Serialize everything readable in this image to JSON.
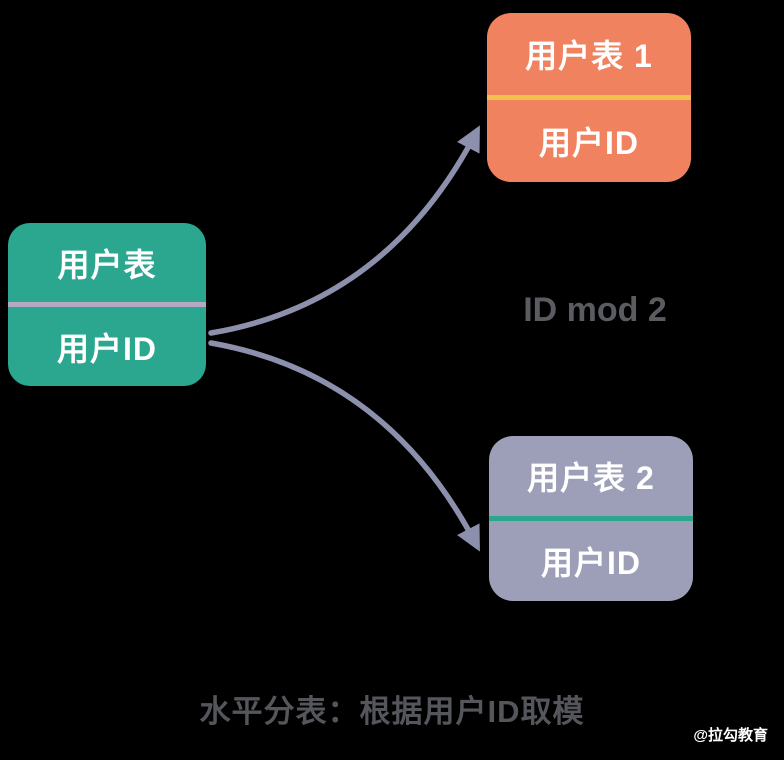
{
  "diagram": {
    "source_table": {
      "title": "用户表",
      "field": "用户ID"
    },
    "shard_tables": [
      {
        "title": "用户表 1",
        "field": "用户ID"
      },
      {
        "title": "用户表 2",
        "field": "用户ID"
      }
    ],
    "operation_label": "ID mod 2",
    "caption": "水平分表：根据用户ID取模",
    "watermark": "@拉勾教育"
  },
  "colors": {
    "background": "#000000",
    "source_table_bg": "#2ca78f",
    "source_table_divider": "#b5a8c5",
    "shard1_bg": "#f08260",
    "shard1_divider": "#f2c14d",
    "shard2_bg": "#9d9fb9",
    "shard2_divider": "#2ba78e",
    "arrow": "#8d90ac",
    "label_text": "#5a5c61",
    "caption_text": "#54565b",
    "box_text": "#ffffff"
  }
}
